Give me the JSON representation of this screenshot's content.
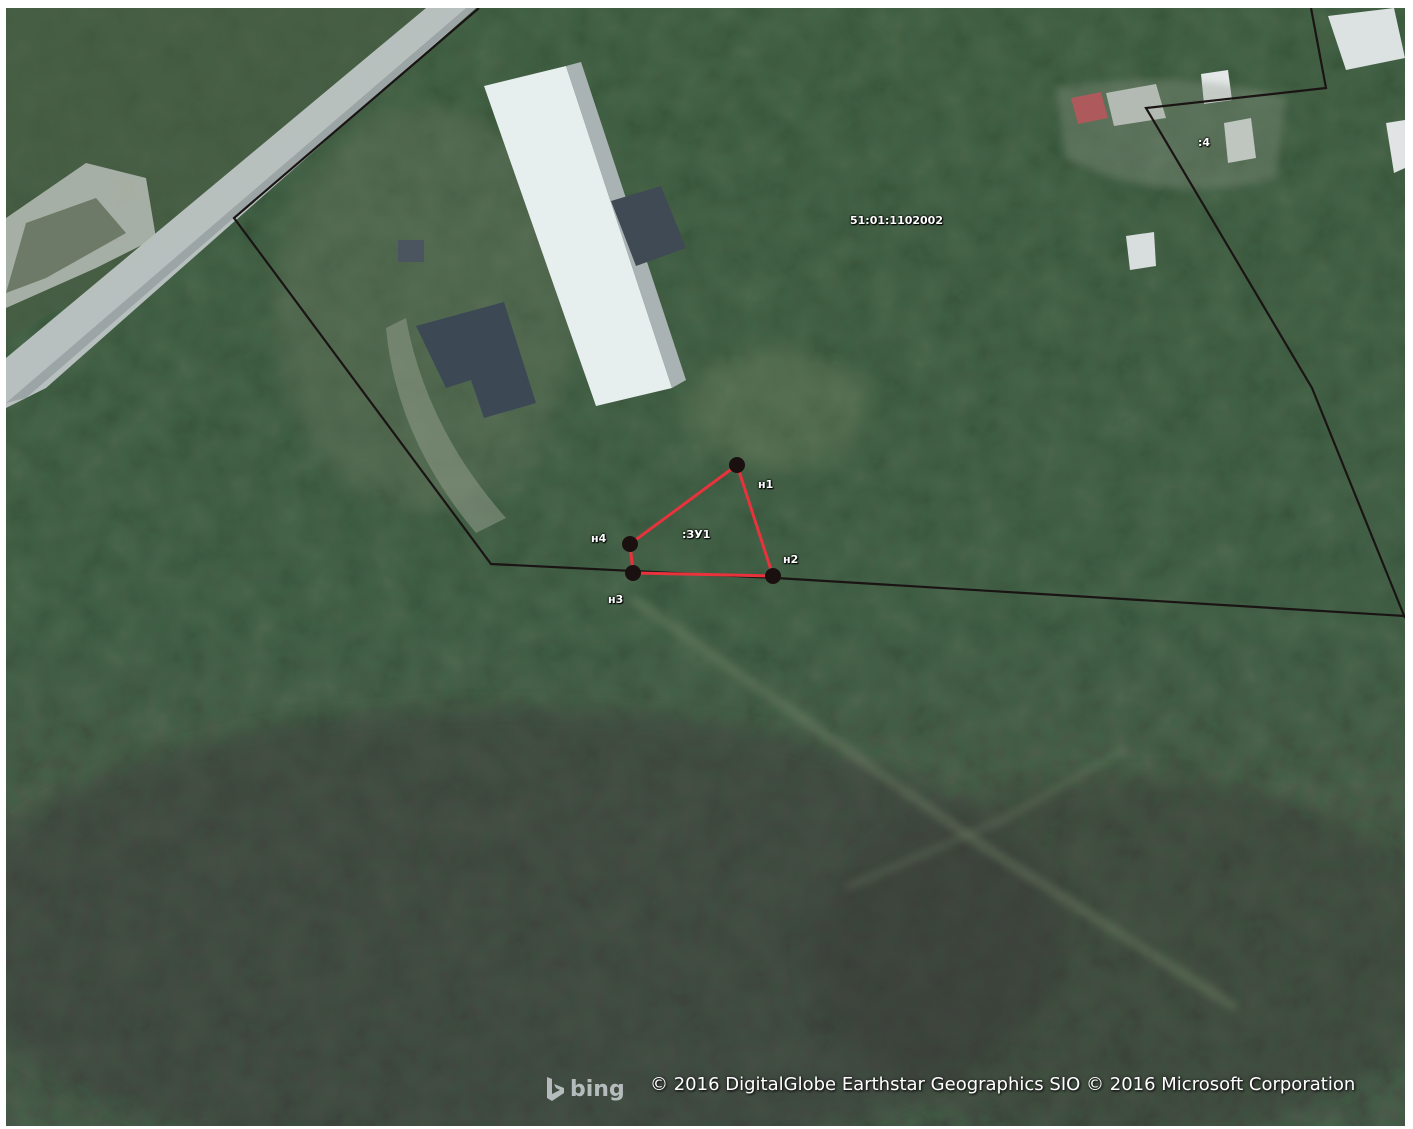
{
  "map": {
    "provider_logo": "bing",
    "attribution": "© 2016 DigitalGlobe Earthstar Geographics  SIO © 2016 Microsoft Corporation",
    "cadastral_block_label": "51:01:1102002",
    "neighbor_parcel_label": ":4",
    "parcel": {
      "label": ":ЗУ1",
      "outline_color": "#e8323c",
      "points": [
        {
          "label": "н1"
        },
        {
          "label": "н2"
        },
        {
          "label": "н3"
        },
        {
          "label": "н4"
        }
      ]
    },
    "boundary_color": "#1a1414"
  }
}
